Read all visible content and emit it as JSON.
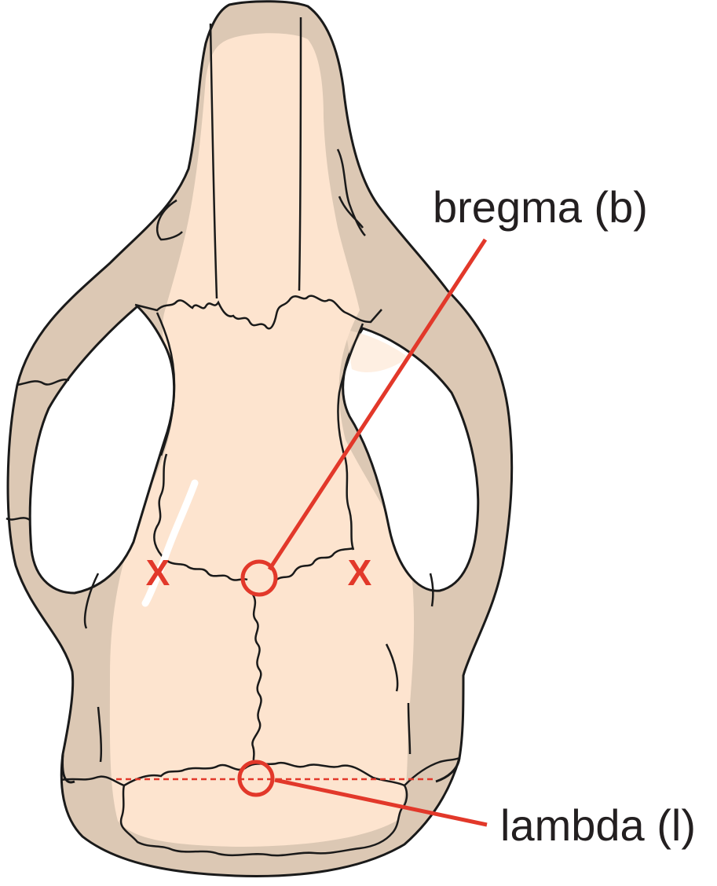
{
  "labels": {
    "bregma": "bregma (b)",
    "lambda": "lambda (l)",
    "mark_left": "X",
    "mark_right": "X"
  },
  "colors": {
    "bone_outer": "#dcc8b4",
    "bone_inner": "#fde4cf",
    "outline": "#1a1a1a",
    "marker": "#e2382a",
    "label": "#231f20",
    "highlight": "#ffffff"
  }
}
